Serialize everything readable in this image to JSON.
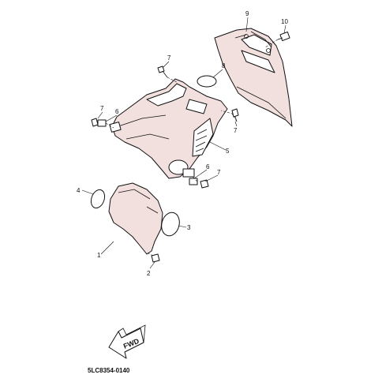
{
  "diagram": {
    "drawing_code": "5LC8354-0140",
    "fwd_label": "FWD",
    "callouts": {
      "c9": "9",
      "c10": "10",
      "c7a": "7",
      "c8": "8",
      "c7b": "7",
      "c6a": "6",
      "c7c": "7",
      "c5": "5",
      "c6b": "6",
      "c7d": "7",
      "c4": "4",
      "c3": "3",
      "c1": "1",
      "c2": "2"
    },
    "colors": {
      "part_fill": "#f2e0de",
      "line": "#111111"
    }
  }
}
